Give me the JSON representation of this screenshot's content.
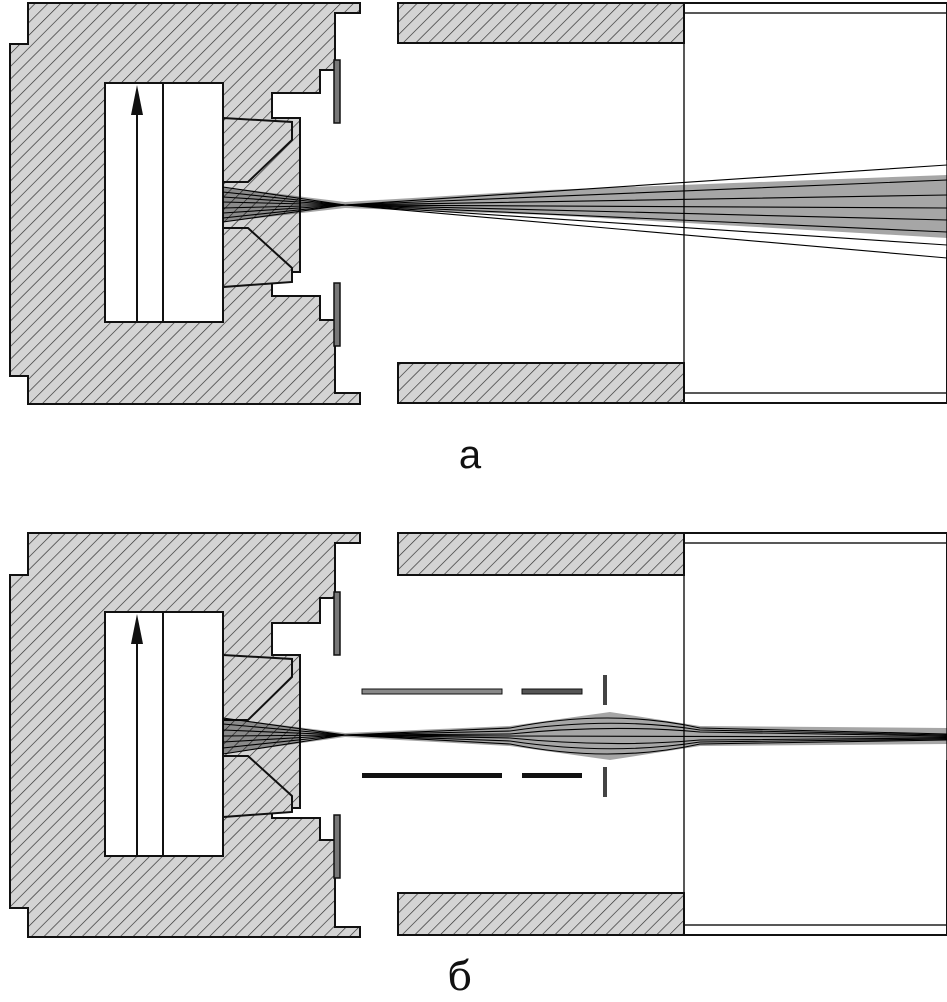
{
  "panels": [
    {
      "id": "a",
      "label": "а"
    },
    {
      "id": "b",
      "label": "б"
    }
  ],
  "colors": {
    "hatch_fill": "#d4d4d4",
    "hatch_line": "#2a2a2a",
    "outline": "#111111",
    "beam": "#000000",
    "background": "#ffffff"
  }
}
